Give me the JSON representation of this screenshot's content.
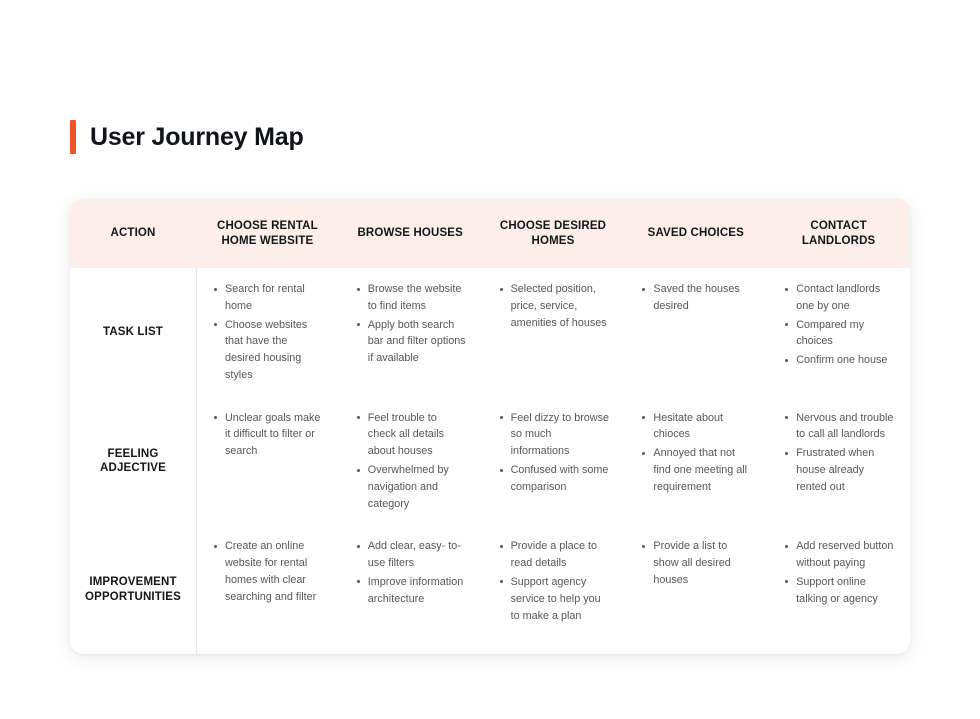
{
  "page": {
    "title": "User Journey Map",
    "accent_color": "#f0522a",
    "header_band_color": "#fdeeea",
    "background_color": "#ffffff",
    "body_text_color": "#575757"
  },
  "table": {
    "columns": [
      {
        "key": "label",
        "header": "ACTION"
      },
      {
        "key": "stage_1",
        "header": "CHOOSE RENTAL HOME WEBSITE"
      },
      {
        "key": "stage_2",
        "header": "BROWSE HOUSES"
      },
      {
        "key": "stage_3",
        "header": "CHOOSE DESIRED HOMES"
      },
      {
        "key": "stage_4",
        "header": "SAVED CHOICES"
      },
      {
        "key": "stage_5",
        "header": "CONTACT LANDLORDS"
      }
    ],
    "rows": [
      {
        "label": "TASK LIST",
        "cells": [
          [
            "Search for rental home",
            "Choose websites that have the desired housing styles"
          ],
          [
            "Browse the website to find items",
            "Apply both search bar and filter options if available"
          ],
          [
            "Selected position, price, service, amenities of houses"
          ],
          [
            "Saved the houses desired"
          ],
          [
            "Contact landlords one by one",
            "Compared my choices",
            "Confirm one house"
          ]
        ]
      },
      {
        "label": "FEELING ADJECTIVE",
        "cells": [
          [
            "Unclear goals make it difficult to filter or search"
          ],
          [
            "Feel trouble to check all details about houses",
            "Overwhelmed by navigation and category"
          ],
          [
            "Feel dizzy to browse so much informations",
            "Confused with some comparison"
          ],
          [
            "Hesitate about chioces",
            "Annoyed that not find one meeting all requirement"
          ],
          [
            "Nervous and trouble to call all landlords",
            "Frustrated when house already rented out"
          ]
        ]
      },
      {
        "label": "IMPROVEMENT OPPORTUNITIES",
        "cells": [
          [
            "Create an online website for rental homes with clear searching and filter"
          ],
          [
            "Add clear, easy- to-use filters",
            "Improve information architecture"
          ],
          [
            "Provide a place to read details",
            "Support agency service to help you to make a plan"
          ],
          [
            "Provide a list to show all desired houses"
          ],
          [
            "Add reserved button without paying",
            "Support online talking or agency"
          ]
        ]
      }
    ]
  }
}
